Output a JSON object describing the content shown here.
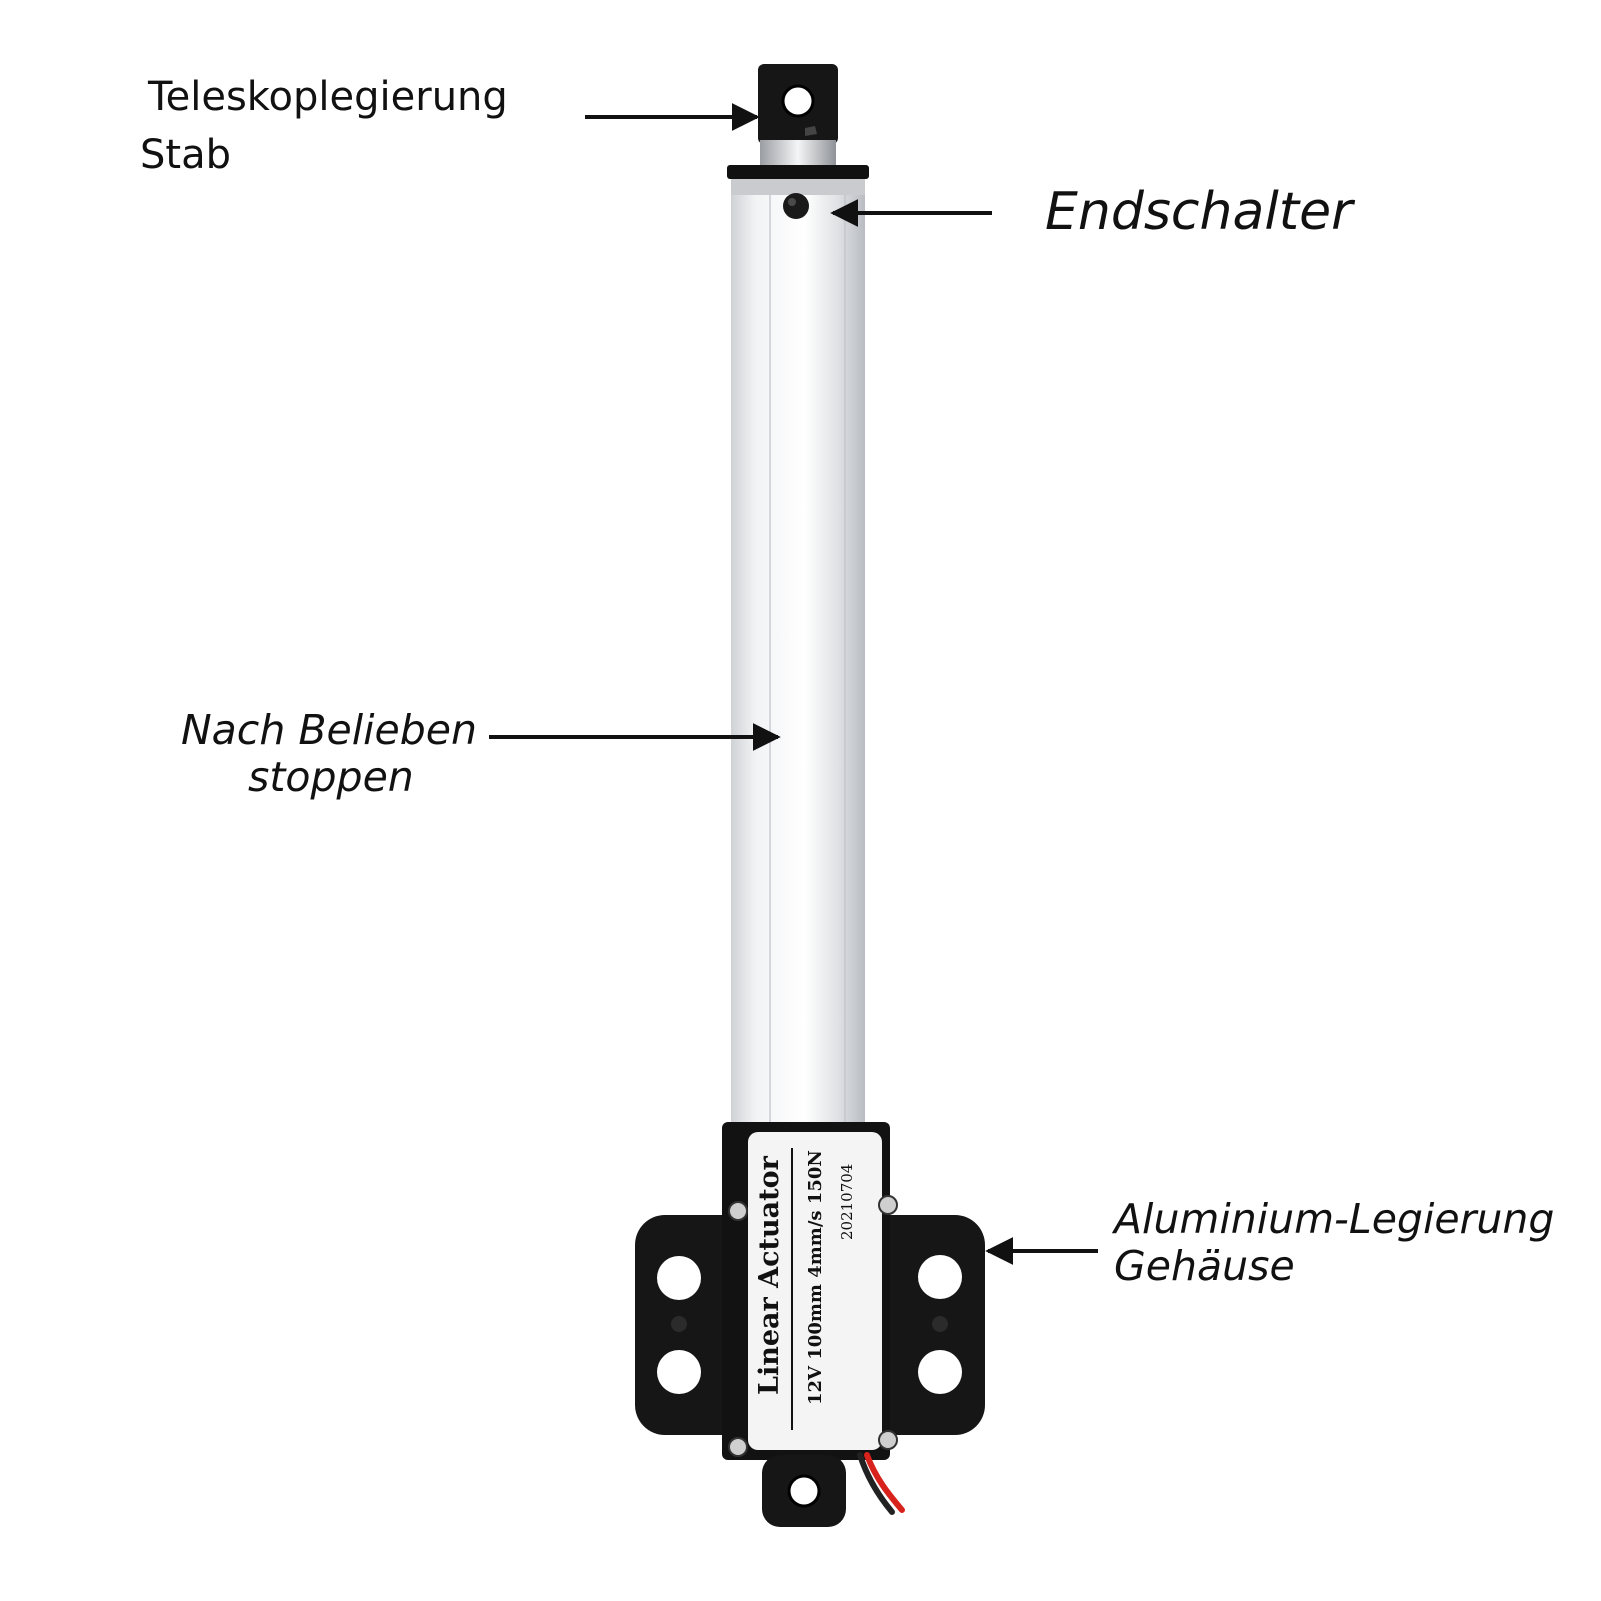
{
  "annotations": {
    "rod": {
      "line1": "Teleskoplegierung",
      "line2": "Stab"
    },
    "limit_switch": {
      "text": "Endschalter"
    },
    "stop": {
      "line1": "Nach Belieben",
      "line2": "stoppen"
    },
    "housing": {
      "line1": "Aluminium-Legierung",
      "line2": "Gehäuse"
    }
  },
  "product_label": {
    "title": "Linear Actuator",
    "specs": "12V 100mm 4mm/s 150N",
    "date_code": "20210704"
  },
  "colors": {
    "tube": "#e4e6e9",
    "mount": "#161616",
    "label_bg": "#f4f4f4",
    "arrow": "#111111",
    "wire_red": "#d8231c"
  }
}
